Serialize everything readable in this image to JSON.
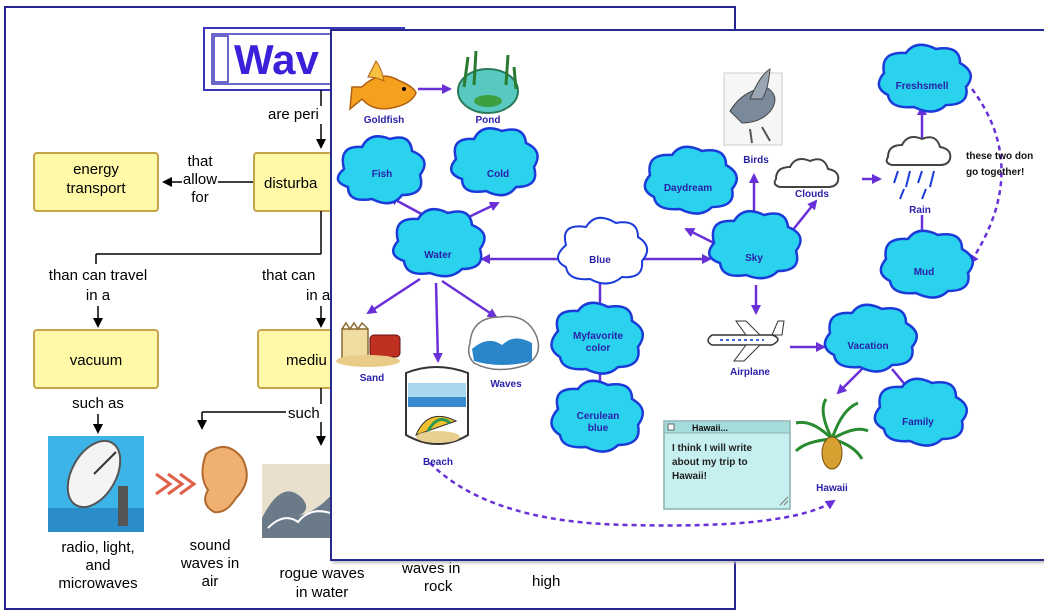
{
  "back_map": {
    "title": "Wav",
    "boxes": {
      "energy_transport": "energy transport",
      "disturbance": "disturba",
      "vacuum": "vacuum",
      "medium": "mediu"
    },
    "links": {
      "are_periodic": "are peri",
      "that_allow_for_1": "that",
      "that_allow_for_2": "allow",
      "that_allow_for_3": "for",
      "than_can_travel_1": "than can travel",
      "than_can_travel_2": "in a",
      "that_can_travel_1": "that can",
      "that_can_travel_2": "in a",
      "such_as_vacuum": "such as",
      "such_medium": "such"
    },
    "examples": {
      "radio_1": "radio, light,",
      "radio_2": "and",
      "radio_3": "microwaves",
      "sound_1": "sound",
      "sound_2": "waves in",
      "sound_3": "air",
      "rogue_1": "rogue waves",
      "rogue_2": "in water",
      "rock_1": "waves in",
      "rock_2": "rock",
      "high": "high"
    }
  },
  "front_map": {
    "clouds": {
      "fish": "Fish",
      "cold": "Cold",
      "water": "Water",
      "blue": "Blue",
      "sky": "Sky",
      "daydream": "Daydream",
      "fresh_smell": "Freshsmell",
      "mud": "Mud",
      "favorite_1": "Myfavorite",
      "favorite_2": "color",
      "cerulean_1": "Cerulean",
      "cerulean_2": "blue",
      "vacation": "Vacation",
      "family": "Family"
    },
    "pictures": {
      "goldfish": "Goldfish",
      "pond": "Pond",
      "birds": "Birds",
      "clouds": "Clouds",
      "rain": "Rain",
      "sand": "Sand",
      "waves": "Waves",
      "beach": "Beach",
      "airplane": "Airplane",
      "hawaii": "Hawaii"
    },
    "annotation_1": "these two don",
    "annotation_2": "go together!",
    "note": {
      "title": "Hawaii...",
      "line1": "I think I will write",
      "line2": "about my trip to",
      "line3": "Hawaii!"
    }
  },
  "colors": {
    "border": "#25238f",
    "cloud_fill": "#2ad2ee",
    "cloud_stroke": "#1b3bd8",
    "arrow": "#6a30d8",
    "label": "#2a1fa8",
    "box_fill": "#fff9a8"
  }
}
